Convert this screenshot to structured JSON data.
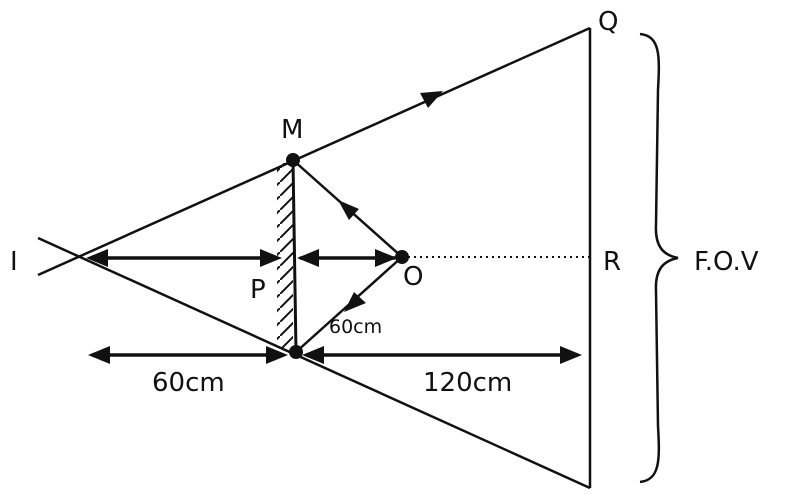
{
  "labels": {
    "I": "I",
    "M": "M",
    "P": "P",
    "O": "O",
    "Q": "Q",
    "R": "R",
    "fov": "F.O.V"
  },
  "dimensions": {
    "left_distance": "60cm",
    "object_distance": "60cm",
    "right_distance": "120cm"
  }
}
